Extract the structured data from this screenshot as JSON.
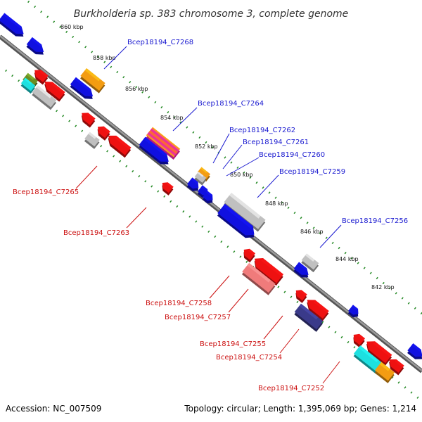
{
  "title": "Burkholderia sp. 383 chromosome 3, complete genome",
  "accession": "Accession: NC_007509",
  "topology": "Topology: circular; Length: 1,395,069 bp; Genes: 1,214",
  "colors": {
    "forward_label": "#1a1ad0",
    "reverse_label": "#cc1111",
    "backbone": "#777777",
    "tick": "#228822",
    "blue": "#1010e0",
    "red": "#ee1111",
    "orange": "#f39c12",
    "gray": "#c0c0c0",
    "cyan": "#1de0e0",
    "pink": "#f07b7b",
    "navy": "#3a3a8a",
    "magenta": "#e81fb4",
    "green": "#6a8e23"
  },
  "scale_labels": [
    "860 kbp",
    "858 kbp",
    "856 kbp",
    "854 kbp",
    "852 kbp",
    "850 kbp",
    "848 kbp",
    "846 kbp",
    "844 kbp",
    "842 kbp"
  ],
  "forward_labels": [
    "Bcep18194_C7268",
    "Bcep18194_C7264",
    "Bcep18194_C7262",
    "Bcep18194_C7261",
    "Bcep18194_C7260",
    "Bcep18194_C7259",
    "Bcep18194_C7256"
  ],
  "reverse_labels": [
    "Bcep18194_C7265",
    "Bcep18194_C7263",
    "Bcep18194_C7258",
    "Bcep18194_C7257",
    "Bcep18194_C7255",
    "Bcep18194_C7254",
    "Bcep18194_C7252"
  ]
}
